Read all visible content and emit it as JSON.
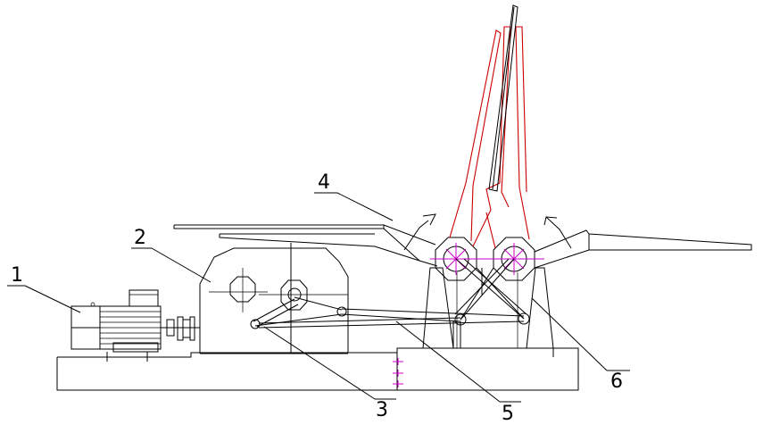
{
  "colors": {
    "outline": "#000000",
    "raised_position": "#cc0000",
    "centers": "#cc00cc"
  },
  "callouts": [
    {
      "id": "1",
      "text": "1"
    },
    {
      "id": "2",
      "text": "2"
    },
    {
      "id": "3",
      "text": "3"
    },
    {
      "id": "4",
      "text": "4"
    },
    {
      "id": "5",
      "text": "5"
    },
    {
      "id": "6",
      "text": "6"
    }
  ]
}
